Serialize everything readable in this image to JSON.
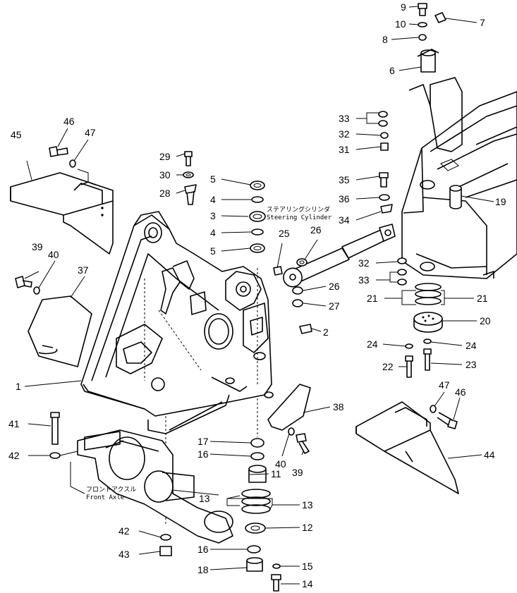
{
  "captions": {
    "steering_jp": "ステアリングシリンダ",
    "steering_en": "Steering Cylinder",
    "axle_jp": "フロントアクスル",
    "axle_en": "Front Axle"
  },
  "callouts": {
    "c1": "1",
    "c2": "2",
    "c3": "3",
    "c4a": "4",
    "c4b": "4",
    "c5a": "5",
    "c5b": "5",
    "c6": "6",
    "c7": "7",
    "c8": "8",
    "c9": "9",
    "c10": "10",
    "c11": "11",
    "c12": "12",
    "c13a": "13",
    "c13b": "13",
    "c14": "14",
    "c15": "15",
    "c16a": "16",
    "c16b": "16",
    "c17": "17",
    "c18": "18",
    "c19": "19",
    "c20": "20",
    "c21a": "21",
    "c21b": "21",
    "c22": "22",
    "c23": "23",
    "c24a": "24",
    "c24b": "24",
    "c25": "25",
    "c26a": "26",
    "c26b": "26",
    "c27": "27",
    "c28": "28",
    "c29": "29",
    "c30": "30",
    "c31": "31",
    "c32a": "32",
    "c32b": "32",
    "c33a": "33",
    "c33b": "33",
    "c34": "34",
    "c35": "35",
    "c36": "36",
    "c37": "37",
    "c38": "38",
    "c39a": "39",
    "c39b": "39",
    "c40a": "40",
    "c40b": "40",
    "c41": "41",
    "c42a": "42",
    "c42b": "42",
    "c43": "43",
    "c44": "44",
    "c45": "45",
    "c46a": "46",
    "c46b": "46",
    "c47a": "47",
    "c47b": "47"
  }
}
